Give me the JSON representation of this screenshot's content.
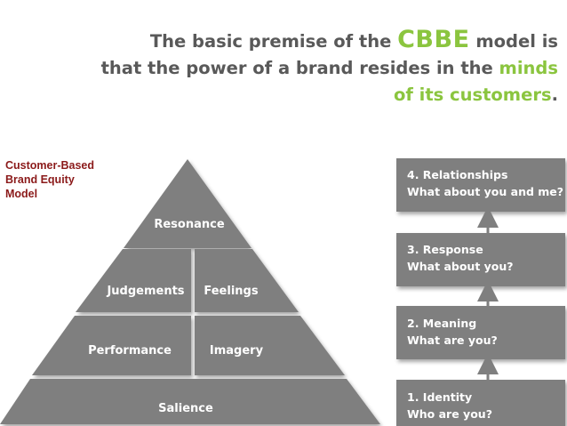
{
  "title": {
    "part1": "The basic premise of the",
    "brand": "CBBE",
    "part2": "model is",
    "line2_a": "that the power of a brand resides in the",
    "line2_green": "minds",
    "line3_green": "of its customers",
    "line3_end": "."
  },
  "side_label": [
    "Customer-Based",
    "Brand Equity",
    "Model"
  ],
  "pyramid": {
    "resonance": "Resonance",
    "judgements": "Judgements",
    "feelings": "Feelings",
    "performance": "Performance",
    "imagery": "Imagery",
    "salience": "Salience"
  },
  "steps": [
    {
      "line1": "4. Relationships",
      "line2": "What about you and me?"
    },
    {
      "line1": "3. Response",
      "line2": "What about you?"
    },
    {
      "line1": "2. Meaning",
      "line2": "What are you?"
    },
    {
      "line1": "1. Identity",
      "line2": "Who are you?"
    }
  ],
  "colors": {
    "tier": "#7f7f7f",
    "step": "#7f7f7f",
    "accent_green": "#8bc53f",
    "title_grey": "#595959",
    "label_red": "#8b1a1a"
  }
}
